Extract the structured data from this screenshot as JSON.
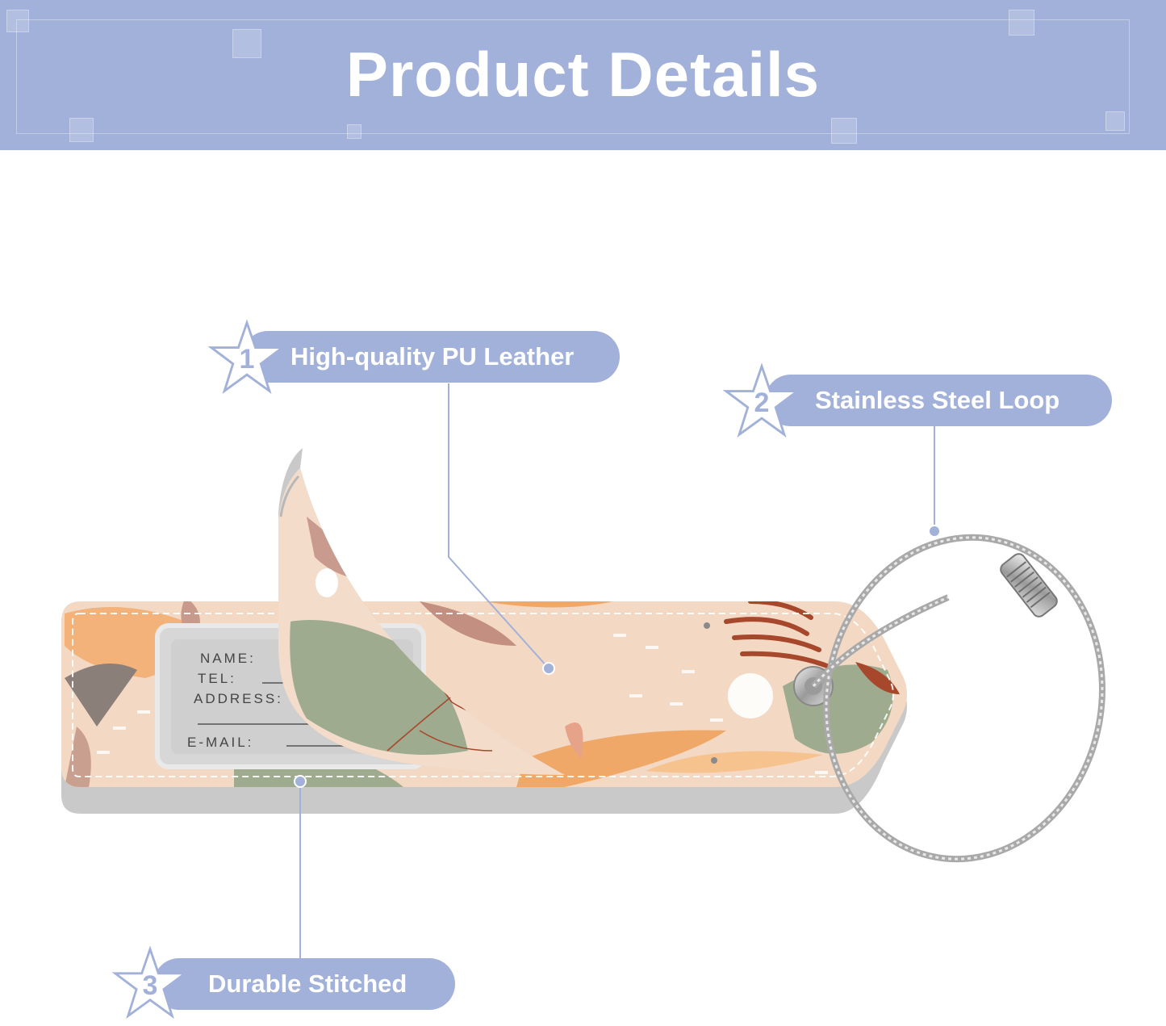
{
  "header": {
    "title": "Product Details"
  },
  "callouts": [
    {
      "number": "1",
      "label": "High-quality PU Leather"
    },
    {
      "number": "2",
      "label": "Stainless Steel Loop"
    },
    {
      "number": "3",
      "label": "Durable Stitched"
    }
  ],
  "tag": {
    "card_lines": [
      "NAME:",
      "TEL:",
      "ADDRESS:",
      "E-MAIL:"
    ]
  },
  "colors": {
    "accent": "#a2b1d9",
    "leather_base": "#f3d9c4",
    "sage": "#9fab8e",
    "rust": "#a7472c",
    "orange": "#f0a868",
    "edge_gray": "#c9c9c9"
  }
}
